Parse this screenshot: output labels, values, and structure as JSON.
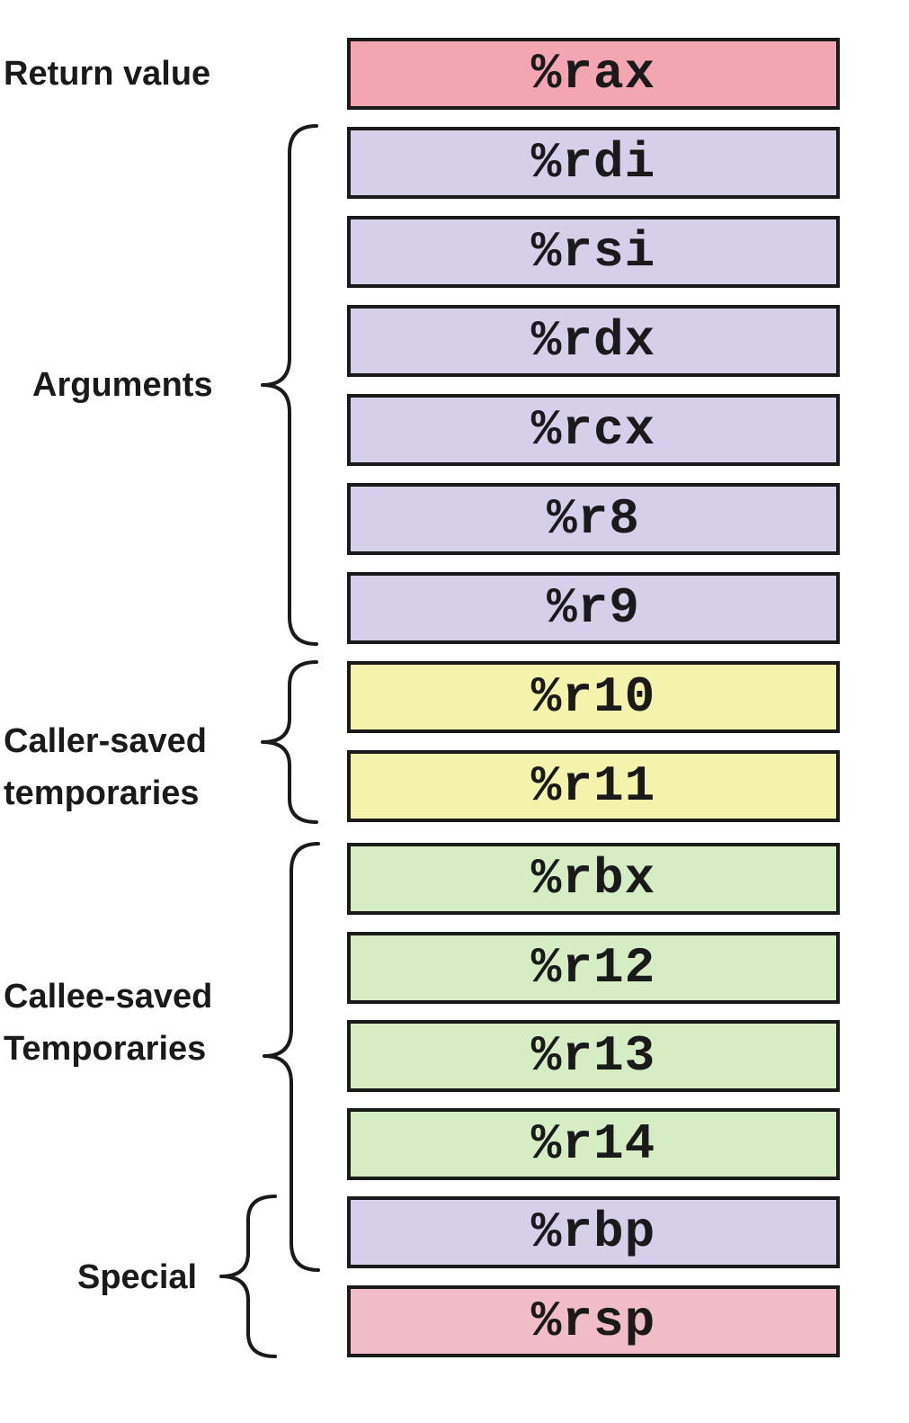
{
  "colors": {
    "return": "#f4a5b2",
    "argument": "#d5cfea",
    "caller_saved": "#f4f3ab",
    "callee_saved": "#d6edc4",
    "special_rbp": "#d5cfea",
    "special_rsp": "#f0bcc7",
    "border": "#1a1a1a"
  },
  "registers": [
    {
      "name": "%rax",
      "group": "return"
    },
    {
      "name": "%rdi",
      "group": "argument"
    },
    {
      "name": "%rsi",
      "group": "argument"
    },
    {
      "name": "%rdx",
      "group": "argument"
    },
    {
      "name": "%rcx",
      "group": "argument"
    },
    {
      "name": "%r8",
      "group": "argument"
    },
    {
      "name": "%r9",
      "group": "argument"
    },
    {
      "name": "%r10",
      "group": "caller_saved"
    },
    {
      "name": "%r11",
      "group": "caller_saved"
    },
    {
      "name": "%rbx",
      "group": "callee_saved"
    },
    {
      "name": "%r12",
      "group": "callee_saved"
    },
    {
      "name": "%r13",
      "group": "callee_saved"
    },
    {
      "name": "%r14",
      "group": "callee_saved"
    },
    {
      "name": "%rbp",
      "group": "special_rbp"
    },
    {
      "name": "%rsp",
      "group": "special_rsp"
    }
  ],
  "labels": {
    "return_value": "Return value",
    "arguments": "Arguments",
    "caller_saved_line1": "Caller-saved",
    "caller_saved_line2": "temporaries",
    "callee_saved_line1": "Callee-saved",
    "callee_saved_line2": "Temporaries",
    "special": "Special"
  }
}
